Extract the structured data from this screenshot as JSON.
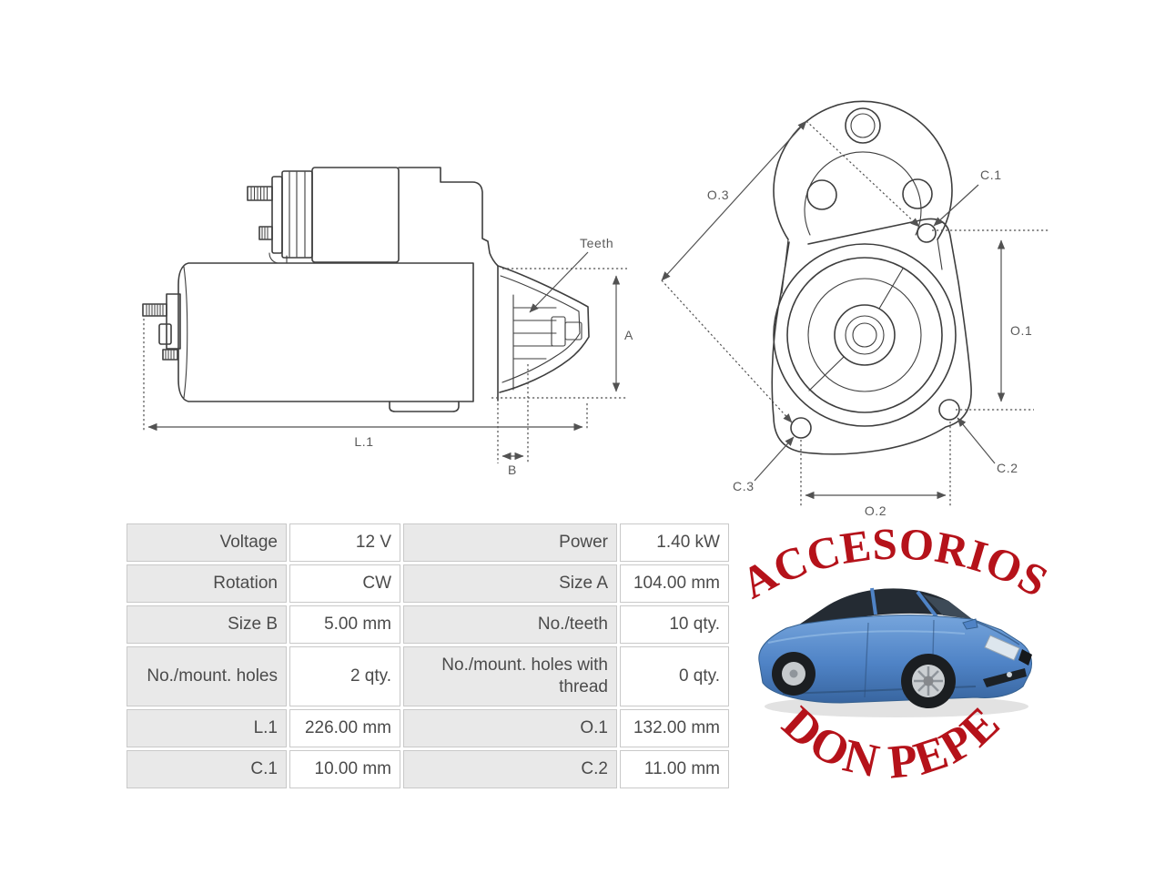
{
  "brand": {
    "arc_top": "ACCESORIOS",
    "arc_bottom": "DON PEPE",
    "text_color": "#b5121a",
    "car_color": "#4f83c6"
  },
  "diagram": {
    "line_color": "#3e3e3e",
    "labels": {
      "teeth": "Teeth",
      "size_a": "A",
      "length_l1": "L.1",
      "size_b": "B",
      "o1": "O.1",
      "o2": "O.2",
      "o3": "O.3",
      "c1": "C.1",
      "c2": "C.2",
      "c3": "C.3"
    }
  },
  "spec_table": {
    "rows": [
      {
        "label1": "Voltage",
        "value1": "12 V",
        "label2": "Power",
        "value2": "1.40 kW"
      },
      {
        "label1": "Rotation",
        "value1": "CW",
        "label2": "Size A",
        "value2": "104.00 mm"
      },
      {
        "label1": "Size B",
        "value1": "5.00 mm",
        "label2": "No./teeth",
        "value2": "10 qty."
      },
      {
        "label1": "No./mount. holes",
        "value1": "2 qty.",
        "label2": "No./mount. holes with thread",
        "value2": "0 qty."
      },
      {
        "label1": "L.1",
        "value1": "226.00 mm",
        "label2": "O.1",
        "value2": "132.00 mm"
      },
      {
        "label1": "C.1",
        "value1": "10.00 mm",
        "label2": "C.2",
        "value2": "11.00 mm"
      }
    ]
  }
}
